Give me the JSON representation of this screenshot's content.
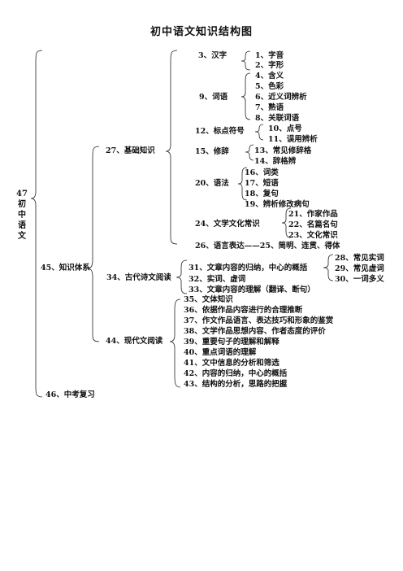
{
  "title": "初中语文知识结构图",
  "root": {
    "number": "47",
    "chars": [
      "初",
      "中",
      "语",
      "文"
    ]
  },
  "level1": {
    "knowledge": "45、知识体系",
    "exam": "46、中考复习"
  },
  "level2": {
    "basic": "27、基础知识",
    "poetry": "34、古代诗文阅读",
    "modern": "44、现代文阅读"
  },
  "basic": {
    "hanzi": "3、汉字",
    "hanzi_items": [
      "1、字音",
      "2、字形"
    ],
    "ciyu": "9、词语",
    "ciyu_items": [
      "4、含义",
      "5、色彩",
      "6、近义词辨析",
      "7、熟语",
      "8、关联词语"
    ],
    "punct": "12、标点符号",
    "punct_items": [
      "10、点号",
      "11、误用辨析"
    ],
    "rhetoric": "15、修辞",
    "rhetoric_items": [
      "13、常见修辞格",
      "14、辞格辨"
    ],
    "grammar": "20、语法",
    "grammar_items": [
      "16、词类",
      "17、短语",
      "18、复句",
      "19、辨析修改病句"
    ],
    "literature": "24、文学文化常识",
    "literature_items": [
      "21、作家作品",
      "22、名篇名句",
      "23、文化常识"
    ],
    "expression": "26、语言表达——25、简明、连贯、得体"
  },
  "poetry": {
    "items": [
      "31、文章内容的归纳，中心的概括",
      "32、实词、虚词",
      "33、文章内容的理解（翻译、断句）"
    ],
    "sub_items": [
      "28、常见实词",
      "29、常见虚词",
      "30、一词多义"
    ]
  },
  "modern": {
    "items": [
      "35、文体知识",
      "36、依据作品内容进行的合理推断",
      "37、作文作品语言、表达技巧和形象的鉴赏",
      "38、文学作品思想内容、作者态度的评价",
      "39、重要句子的理解和解释",
      "40、重点词语的理解",
      "41、文中信息的分析和筛选",
      "42、内容的归纳，中心的概括",
      "43、结构的分析，思路的把握"
    ]
  }
}
